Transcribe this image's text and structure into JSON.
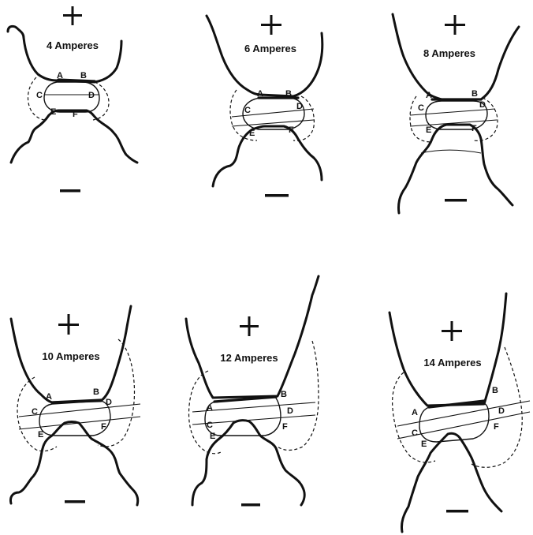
{
  "panels": [
    {
      "id": "p4",
      "current": "4 Amperes",
      "plus": "+",
      "minus": "−",
      "points": [
        "A",
        "B",
        "C",
        "D",
        "E",
        "F"
      ]
    },
    {
      "id": "p6",
      "current": "6 Amperes",
      "plus": "+",
      "minus": "−",
      "points": [
        "A",
        "B",
        "C",
        "D",
        "E",
        "F"
      ]
    },
    {
      "id": "p8",
      "current": "8 Amperes",
      "plus": "+",
      "minus": "−",
      "points": [
        "A",
        "B",
        "C",
        "D",
        "E",
        "F"
      ]
    },
    {
      "id": "p10",
      "current": "10 Amperes",
      "plus": "+",
      "minus": "−",
      "points": [
        "A",
        "B",
        "C",
        "D",
        "E",
        "F"
      ]
    },
    {
      "id": "p12",
      "current": "12 Amperes",
      "plus": "+",
      "minus": "−",
      "points": [
        "A",
        "B",
        "C",
        "D",
        "E",
        "F"
      ]
    },
    {
      "id": "p14",
      "current": "14 Amperes",
      "plus": "+",
      "minus": "−",
      "points": [
        "A",
        "B",
        "C",
        "D",
        "E",
        "F"
      ]
    }
  ]
}
